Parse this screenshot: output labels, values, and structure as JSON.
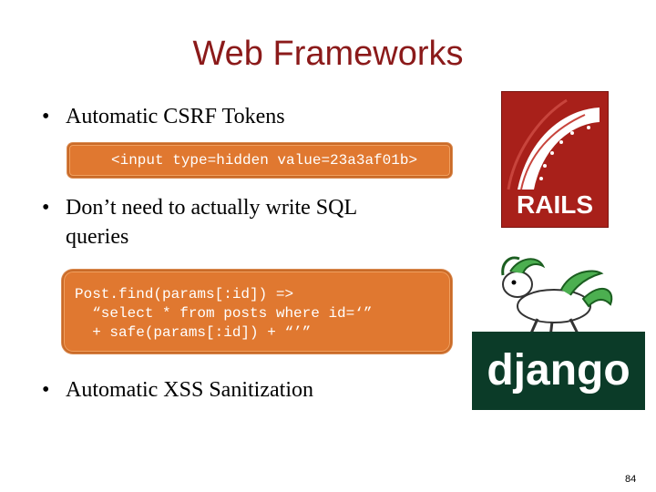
{
  "slide": {
    "title": "Web Frameworks",
    "bullets": [
      {
        "dot": "•",
        "text": "Automatic CSRF Tokens"
      },
      {
        "dot": "•",
        "text": "Don’t need to actually write SQL",
        "text2": "queries"
      },
      {
        "dot": "•",
        "text": "Automatic XSS Sanitization"
      }
    ],
    "code_csrf": "<input type=hidden value=23a3af01b>",
    "code_sql": [
      "Post.find(params[:id]) =>",
      "  “select * from posts where id=‘”",
      "  + safe(params[:id]) + “’”"
    ],
    "page_number": "84"
  },
  "logos": {
    "rails": {
      "text": "RAILS",
      "color": "#a8201a"
    },
    "django": {
      "text": "django",
      "color": "#0b3b28"
    },
    "pony_icon": "django-pony-icon"
  }
}
